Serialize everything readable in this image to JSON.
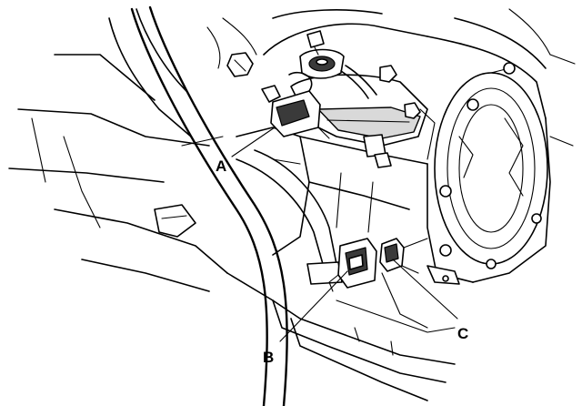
{
  "callouts": [
    {
      "id": "A",
      "label": "A"
    },
    {
      "id": "B",
      "label": "B"
    },
    {
      "id": "C",
      "label": "C"
    }
  ],
  "colors": {
    "line": "#000000",
    "background": "#ffffff",
    "shade": "#d9d9d9"
  }
}
